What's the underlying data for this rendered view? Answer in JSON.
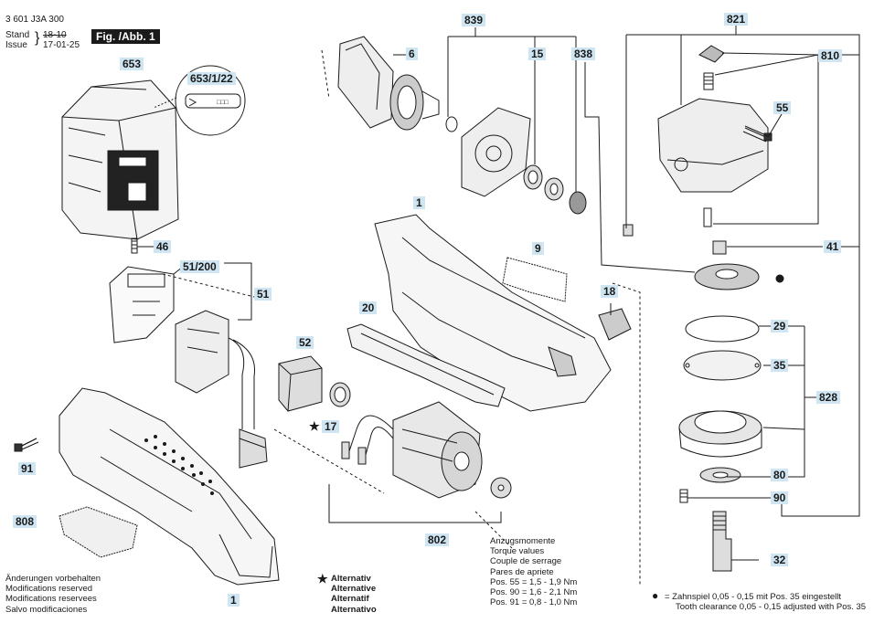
{
  "header": {
    "doc_number": "3 601 J3A 300",
    "stand_label": "Stand",
    "issue_label": "Issue",
    "date_old": "18-10",
    "date_new": "17-01-25",
    "fig_label": "Fig. /Abb. 1"
  },
  "callouts": {
    "c653": "653",
    "c653_1_22": "653/1/22",
    "c46": "46",
    "c51_200": "51/200",
    "c51": "51",
    "c52": "52",
    "c17": "17",
    "c91": "91",
    "c808": "808",
    "c1_bottom": "1",
    "c839": "839",
    "c6": "6",
    "c15": "15",
    "c838": "838",
    "c1_top": "1",
    "c9": "9",
    "c20": "20",
    "c18": "18",
    "c802": "802",
    "c821": "821",
    "c810": "810",
    "c55": "55",
    "c41": "41",
    "c29": "29",
    "c35": "35",
    "c828": "828",
    "c80": "80",
    "c90": "90",
    "c32": "32"
  },
  "notes": {
    "modifications": [
      "Änderungen vorbehalten",
      "Modifications reserved",
      "Modifications reservees",
      "Salvo modificaciones"
    ],
    "alternative_star": "★",
    "alternative": [
      "Alternativ",
      "Alternative",
      "Alternatif",
      "Alternativo"
    ],
    "torque": [
      "Anzugsmomente",
      "Torque values",
      "Couple de serrage",
      "Pares de apriete",
      "Pos.   55 = 1,5 - 1,9 Nm",
      "Pos.   90 = 1,6 - 2,1 Nm",
      "Pos.   91 = 0,8 - 1,0 Nm"
    ],
    "clearance_bullet": "●",
    "clearance": [
      "=  Zahnspiel 0,05 - 0,15 mit Pos. 35 eingestellt",
      "Tooth clearance 0,05 - 0,15 adjusted with Pos. 35"
    ],
    "label_dots": "□□□"
  },
  "colors": {
    "callout_bg": "#cfe6f2",
    "ink": "#1a1a1a",
    "badge_bg": "#1a1a1a"
  }
}
